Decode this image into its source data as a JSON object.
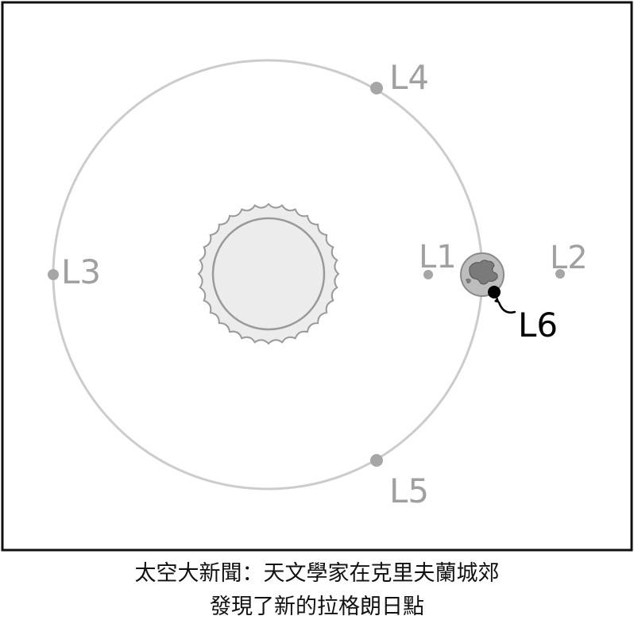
{
  "diagram": {
    "labels": {
      "l1": "L1",
      "l2": "L2",
      "l3": "L3",
      "l4": "L4",
      "l5": "L5",
      "l6": "L6"
    },
    "colors": {
      "frame": "#111111",
      "orbit": "#cccccc",
      "point_gray": "#a6a6a6",
      "label_gray": "#a0a0a0",
      "sun_fill": "#ececec",
      "sun_stroke": "#9a9a9a",
      "earth_fill": "#bdbdbd",
      "earth_land": "#7a7a7a",
      "l6_color": "#000000"
    },
    "icons": [
      "sun-icon",
      "earth-icon",
      "arrow-icon"
    ]
  },
  "caption": {
    "line1": "太空大新聞：天文學家在克里夫蘭城郊",
    "line2": "發現了新的拉格朗日點"
  }
}
